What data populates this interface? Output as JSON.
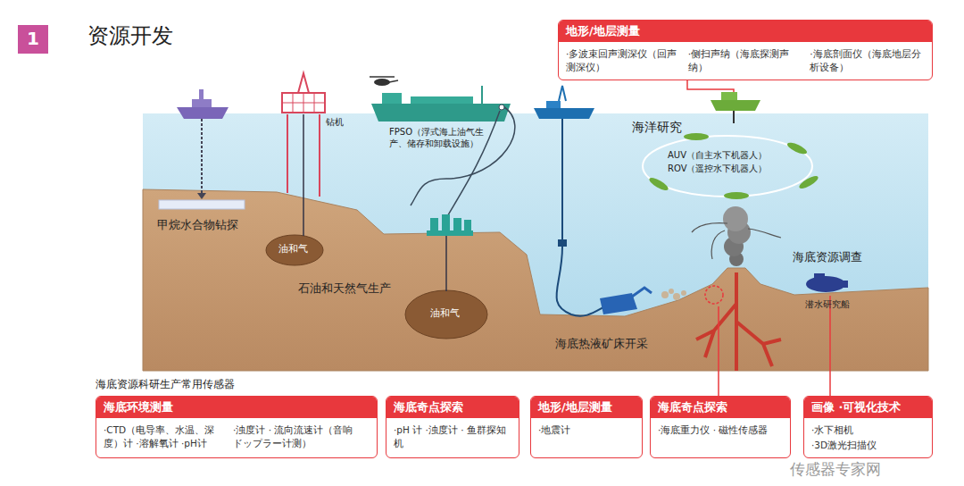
{
  "diagram": {
    "title": "资源开发",
    "nodes": [
      {
        "text": [
          "地形/地层测量",
          "·多波束回声测深仪（回声测深仪）",
          "·侧扫声纳（海底探测声纳）",
          "·海底剖面仪（海底地层分析设备）"
        ]
      },
      {
        "text": [
          "海底环境测量",
          "·CTD（电导率、水温、深度）计 ·溶解氧计 ·pH计",
          "·浊度计 · 流向流速计（音响ドップラー计测）"
        ]
      },
      {
        "text": [
          "海底奇点探索",
          "·pH 计 ·浊度计 · 鱼群探知机"
        ]
      },
      {
        "text": [
          "地形/地层测量",
          "·地震计"
        ]
      },
      {
        "text": [
          "海底奇点探索",
          "·海底重力仪 · 磁性传感器"
        ]
      },
      {
        "text": [
          "画像 ·可视化技术",
          "·水下相机",
          "·3D激光扫描仪"
        ]
      }
    ],
    "labels": [
      "1",
      "钻机",
      "FPSO（浮式海上油气生产、储存和卸载设施）",
      "海洋研究",
      "AUV（自主水下机器人）",
      "ROV（遥控水下机器人）",
      "甲烷水合物钻探",
      "油和气",
      "石油和天然气生产",
      "油和气",
      "海底热液矿床开采",
      "海底资源调查",
      "潜水研究船",
      "海底资源科研生产常用传感器",
      "传感器专家网"
    ]
  }
}
